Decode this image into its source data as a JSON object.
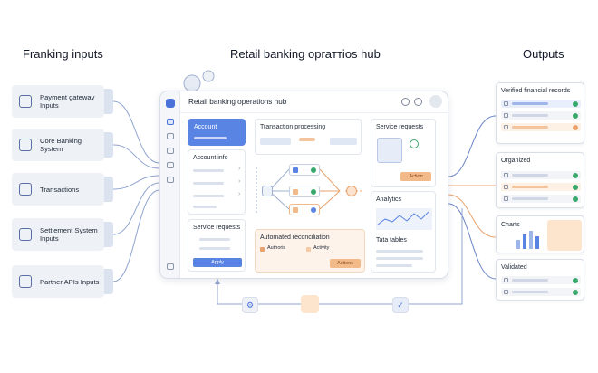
{
  "headings": {
    "inputs": "Franking inputs",
    "hub": "Retail banking opraттiоs hub",
    "outputs": "Outputs"
  },
  "inputs": [
    {
      "label": "Payment gateway Inputs",
      "icon": "card-icon"
    },
    {
      "label": "Core Banking System",
      "icon": "bank-icon"
    },
    {
      "label": "Transactions",
      "icon": "arrows-icon"
    },
    {
      "label": "Settlement System Inputs",
      "icon": "database-icon"
    },
    {
      "label": "Partner APIs Inputs",
      "icon": "gear-icon"
    }
  ],
  "app": {
    "title": "Retail banking operations hub",
    "account": {
      "title": "Account"
    },
    "account_info": {
      "title": "Account info"
    },
    "service_requests": {
      "title": "Service requests",
      "button": "Apply"
    },
    "transaction_processing": {
      "title": "Transaction processing"
    },
    "service_reqests_panel": {
      "title": "Service requests",
      "button": "Action"
    },
    "analytics": {
      "title": "Analytics"
    },
    "tata_tables": {
      "title": "Tata tables"
    },
    "reconciliation": {
      "title": "Automated reconciliation",
      "tag1": "Authoris",
      "tag2": "Activity",
      "button": "Actions"
    }
  },
  "outputs": {
    "verified": "Verified financial records",
    "organized": "Organized",
    "charts": "Charts",
    "validated": "Validated"
  },
  "colors": {
    "accent": "#4a73d9",
    "orange": "#f2b989",
    "green": "#39a86b"
  }
}
